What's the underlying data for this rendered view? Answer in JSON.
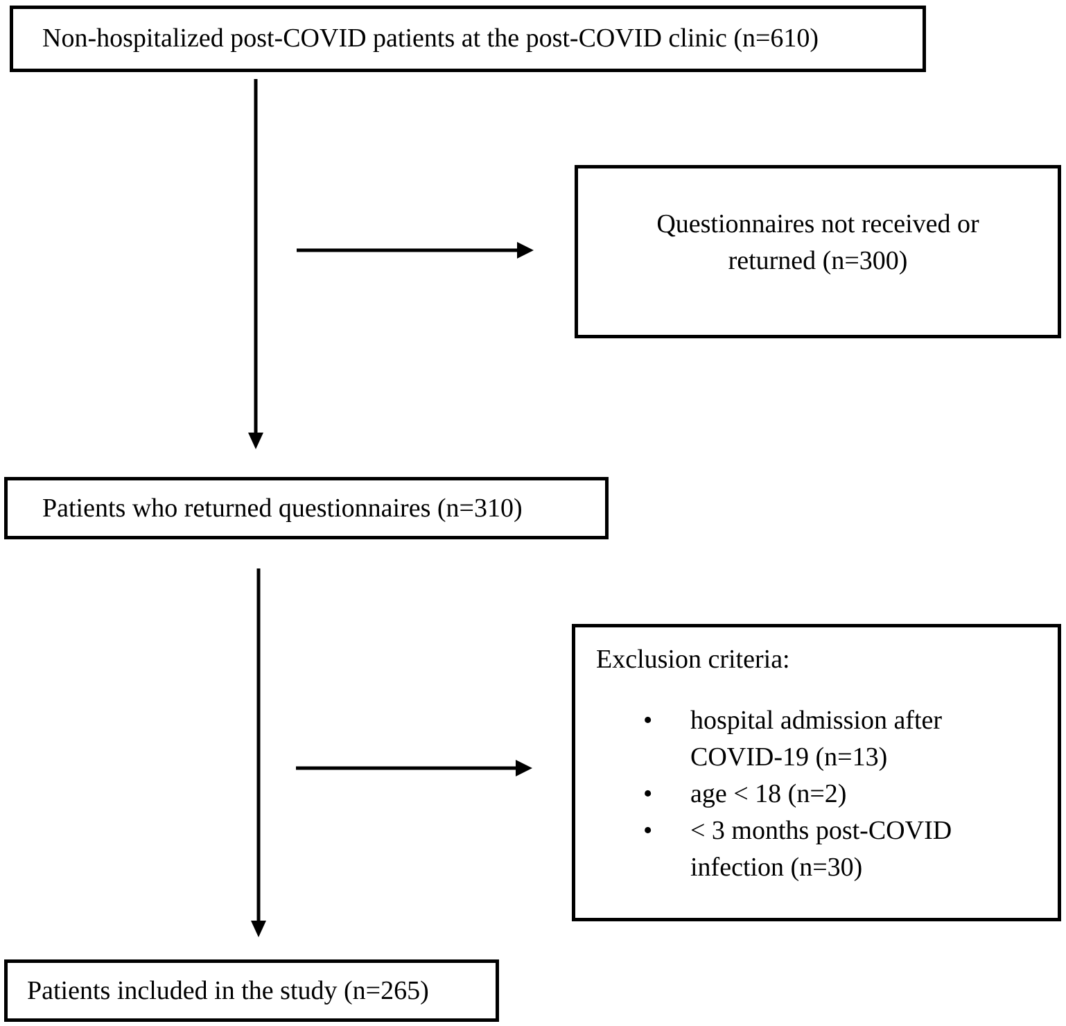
{
  "flowchart": {
    "start": {
      "label": "Non-hospitalized post-COVID patients at the post-COVID clinic (n=610)"
    },
    "not_returned": {
      "label": "Questionnaires not received or returned (n=300)"
    },
    "returned": {
      "label": "Patients who returned questionnaires (n=310)"
    },
    "exclusion": {
      "title": "Exclusion criteria:",
      "items": [
        "hospital admission after COVID-19 (n=13)",
        "age < 18 (n=2)",
        "< 3 months post-COVID infection (n=30)"
      ],
      "bullet": "•"
    },
    "included": {
      "label": "Patients included in the study (n=265)"
    },
    "colors": {
      "stroke": "#000000",
      "background": "#ffffff",
      "text": "#000000"
    }
  }
}
